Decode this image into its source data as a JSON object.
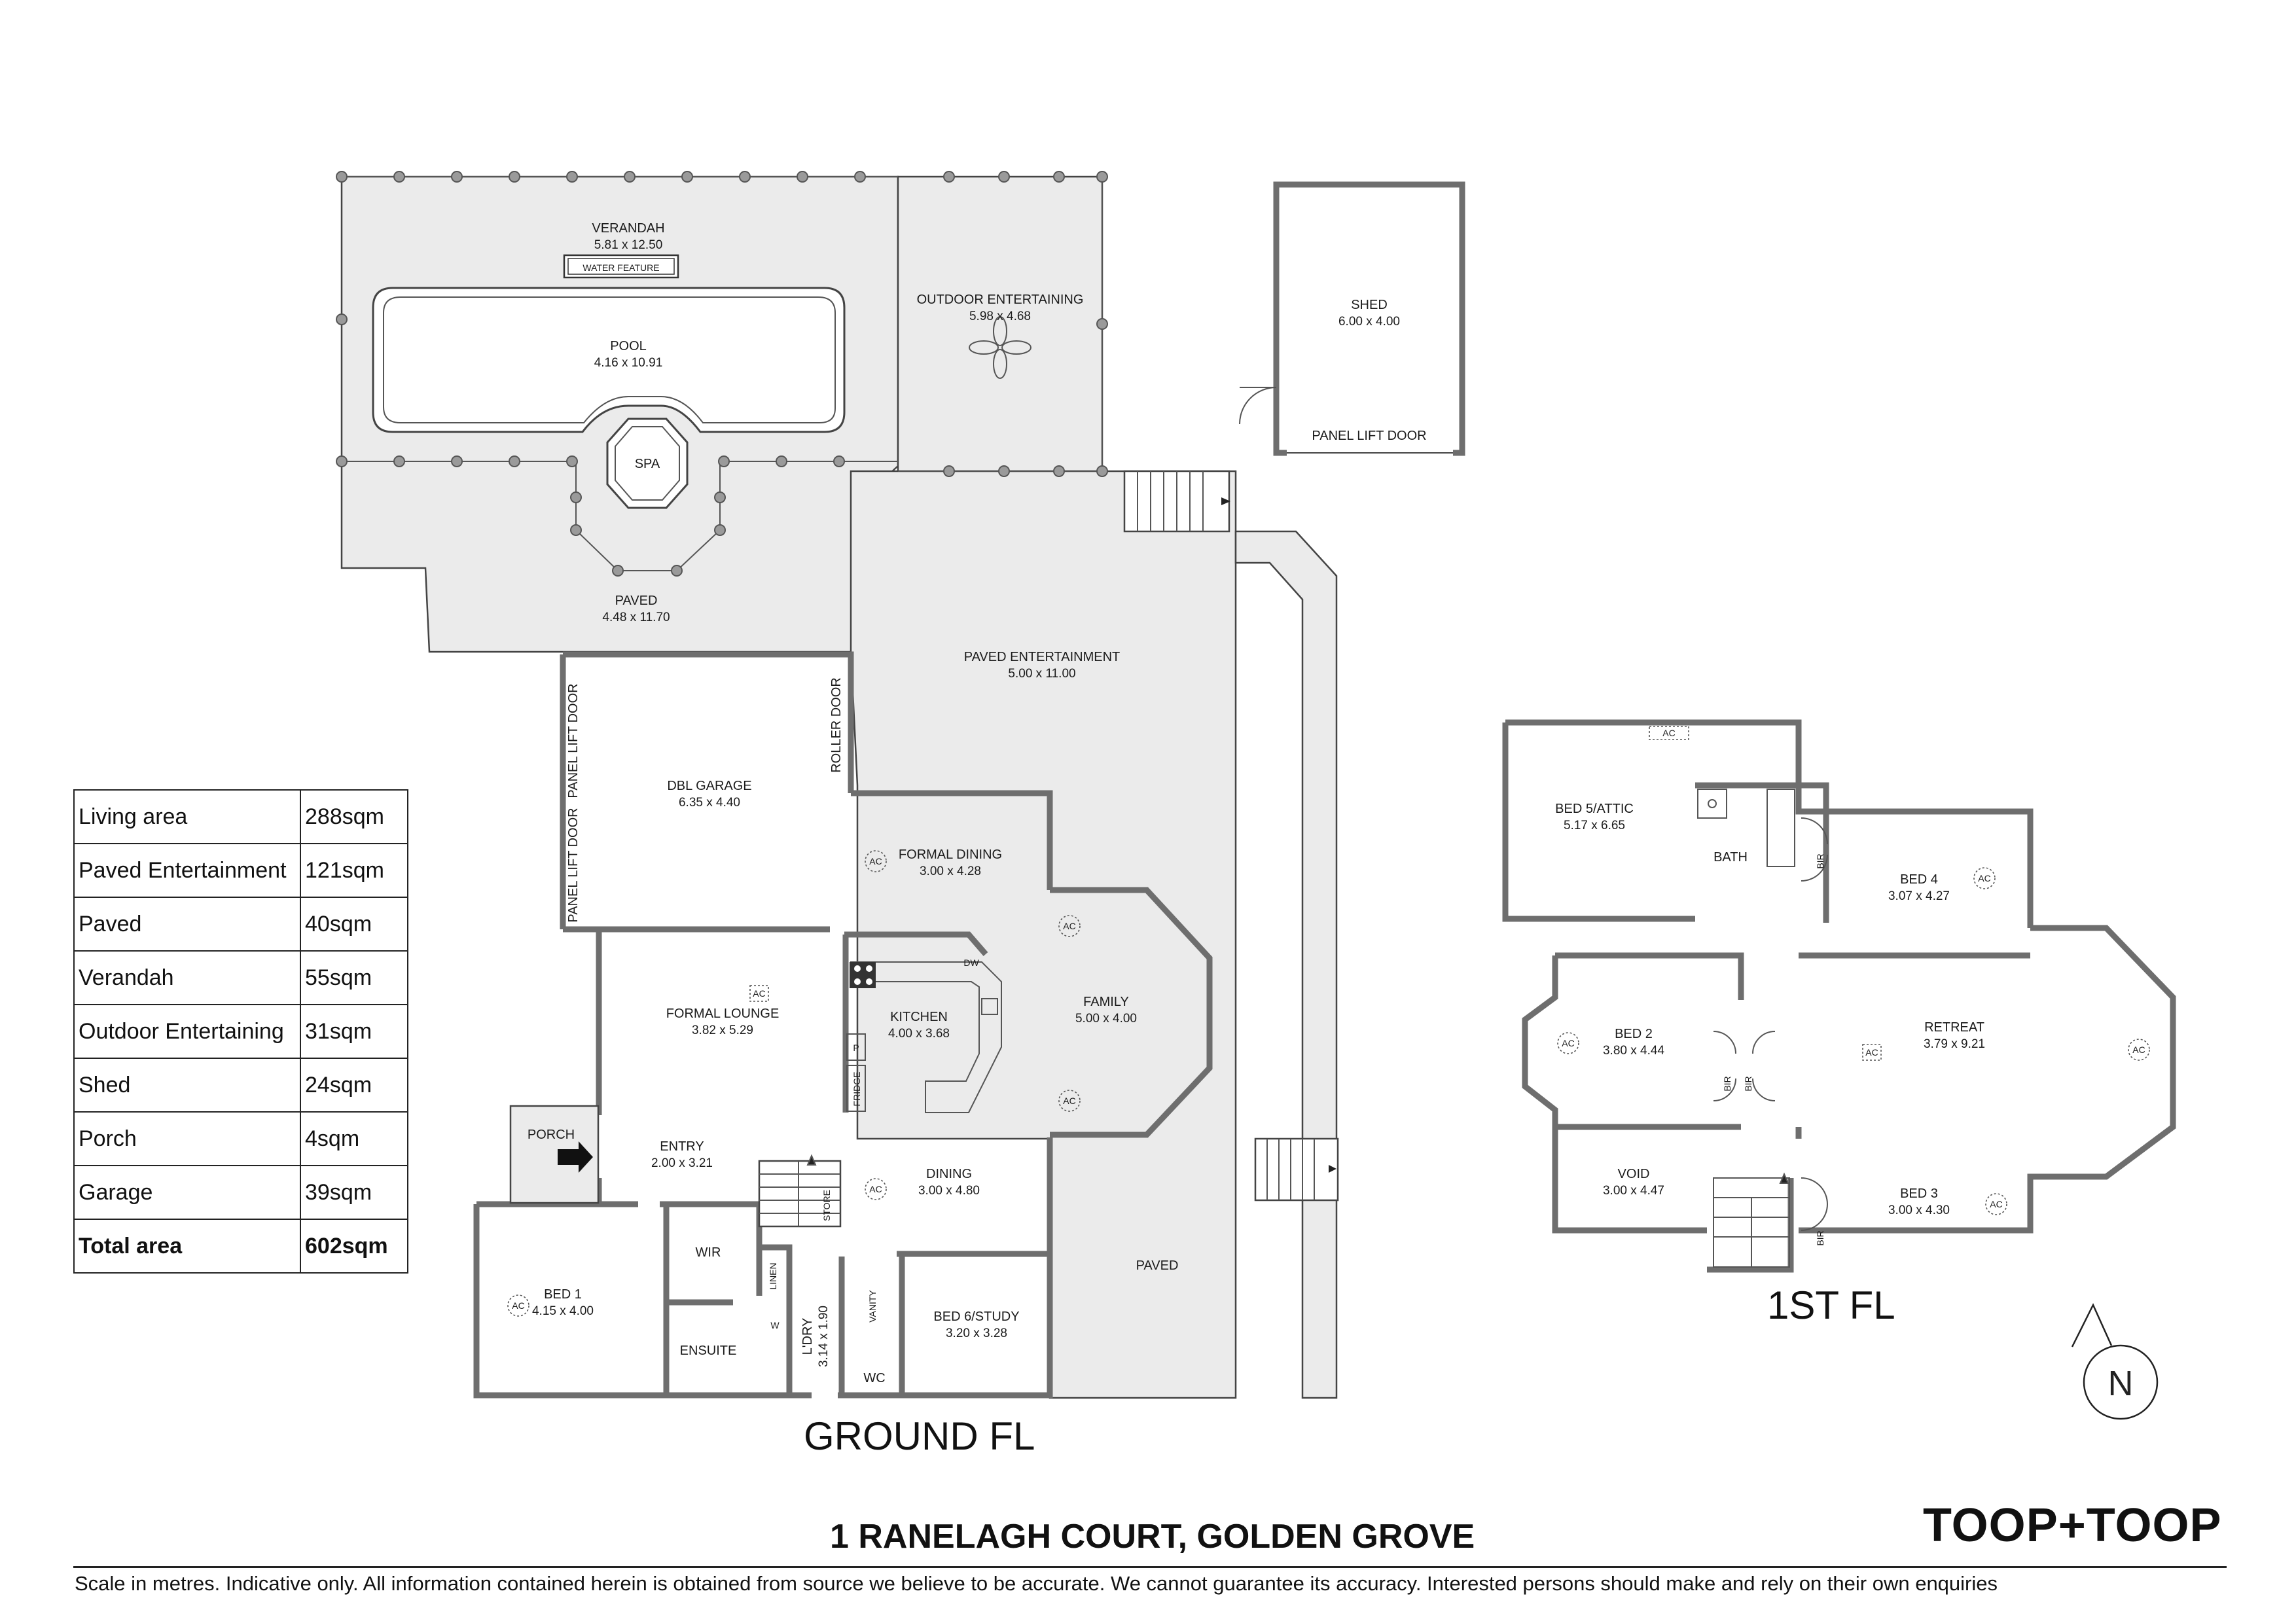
{
  "property": {
    "address": "1 RANELAGH COURT, GOLDEN GROVE",
    "brand": "TOOP+TOOP",
    "disclaimer": "Scale in metres. Indicative only. All information contained herein is obtained from source we believe to be accurate. We cannot guarantee its accuracy. Interested persons should make and rely on their own enquiries"
  },
  "captions": {
    "ground": "GROUND FL",
    "first": "1ST FL",
    "north": "N"
  },
  "areas": [
    {
      "label": "Living area",
      "value": "288sqm"
    },
    {
      "label": "Paved Entertainment",
      "value": "121sqm"
    },
    {
      "label": "Paved",
      "value": "40sqm"
    },
    {
      "label": "Verandah",
      "value": "55sqm"
    },
    {
      "label": "Outdoor Entertaining",
      "value": "31sqm"
    },
    {
      "label": "Shed",
      "value": "24sqm"
    },
    {
      "label": "Porch",
      "value": "4sqm"
    },
    {
      "label": "Garage",
      "value": "39sqm"
    }
  ],
  "total": {
    "label": "Total area",
    "value": "602sqm"
  },
  "ground": {
    "verandah": {
      "name": "VERANDAH",
      "dims": "5.81 x 12.50"
    },
    "water_feature": "WATER FEATURE",
    "pool": {
      "name": "POOL",
      "dims": "4.16 x 10.91"
    },
    "spa": "SPA",
    "paved_top": {
      "name": "PAVED",
      "dims": "4.48 x 11.70"
    },
    "outdoor_entertaining": {
      "name": "OUTDOOR ENTERTAINING",
      "dims": "5.98 x 4.68"
    },
    "shed": {
      "name": "SHED",
      "dims": "6.00 x 4.00",
      "door": "PANEL LIFT DOOR"
    },
    "paved_entertainment": {
      "name": "PAVED ENTERTAINMENT",
      "dims": "5.00 x 11.00"
    },
    "garage": {
      "name": "DBL GARAGE",
      "dims": "6.35 x 4.40",
      "door_a": "PANEL LIFT DOOR",
      "door_b": "PANEL LIFT DOOR",
      "roller": "ROLLER DOOR"
    },
    "formal_dining": {
      "name": "FORMAL DINING",
      "dims": "3.00 x 4.28"
    },
    "formal_lounge": {
      "name": "FORMAL LOUNGE",
      "dims": "3.82 x 5.29"
    },
    "kitchen": {
      "name": "KITCHEN",
      "dims": "4.00 x 3.68",
      "dw": "DW",
      "pantry": "P",
      "fridge": "FRIDGE"
    },
    "family": {
      "name": "FAMILY",
      "dims": "5.00 x 4.00"
    },
    "porch": "PORCH",
    "entry": {
      "name": "ENTRY",
      "dims": "2.00 x 3.21"
    },
    "dining": {
      "name": "DINING",
      "dims": "3.00 x 4.80"
    },
    "store": "STORE",
    "linen": "LINEN",
    "laundry": {
      "name": "L'DRY",
      "dims": "3.14 x 1.90"
    },
    "vanity": "VANITY",
    "w": "W",
    "wc": "WC",
    "wir": "WIR",
    "ensuite": "ENSUITE",
    "bed1": {
      "name": "BED 1",
      "dims": "4.15 x 4.00"
    },
    "bed6": {
      "name": "BED 6/STUDY",
      "dims": "3.20 x 3.28"
    },
    "paved_side": "PAVED",
    "ac": "AC"
  },
  "first": {
    "bed5": {
      "name": "BED 5/ATTIC",
      "dims": "5.17 x 6.65"
    },
    "bath": "BATH",
    "bed4": {
      "name": "BED 4",
      "dims": "3.07 x 4.27"
    },
    "bed2": {
      "name": "BED 2",
      "dims": "3.80 x 4.44"
    },
    "retreat": {
      "name": "RETREAT",
      "dims": "3.79 x 9.21"
    },
    "void": {
      "name": "VOID",
      "dims": "3.00 x 4.47"
    },
    "bed3": {
      "name": "BED 3",
      "dims": "3.00 x 4.30"
    },
    "bir": "BIR",
    "ac": "AC"
  }
}
